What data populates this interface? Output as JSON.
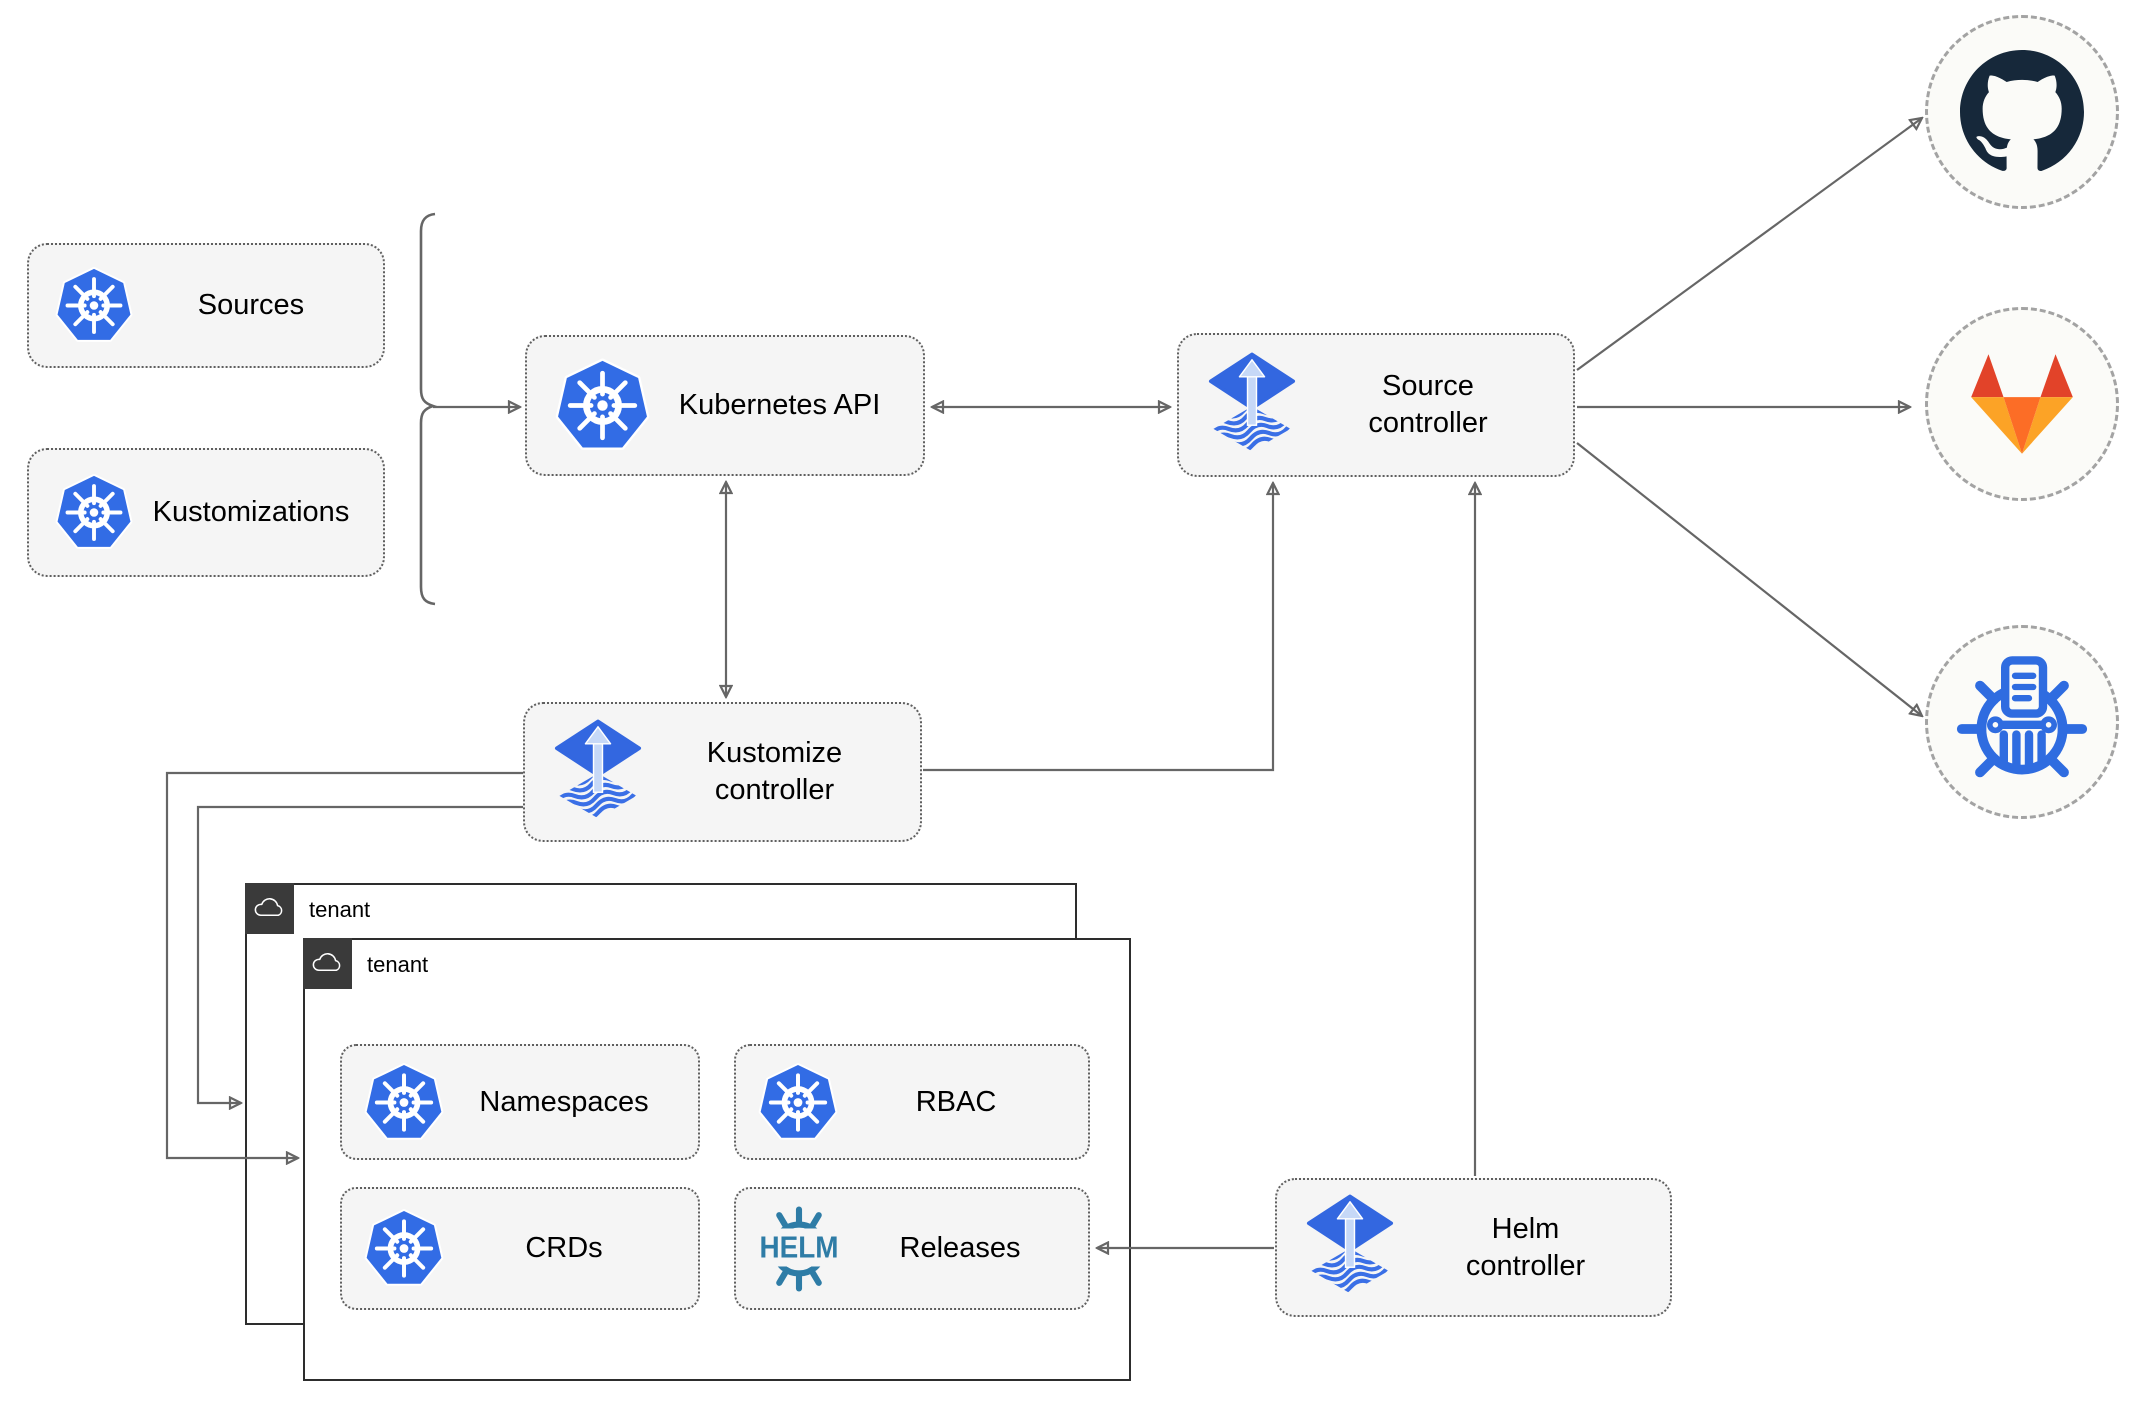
{
  "nodes": {
    "sources": {
      "label": "Sources"
    },
    "kustomizations": {
      "label": "Kustomizations"
    },
    "kubernetes_api": {
      "label": "Kubernetes API"
    },
    "source_controller": {
      "label": "Source\ncontroller"
    },
    "kustomize_controller": {
      "label": "Kustomize\ncontroller"
    },
    "helm_controller": {
      "label": "Helm\ncontroller"
    },
    "namespaces": {
      "label": "Namespaces"
    },
    "rbac": {
      "label": "RBAC"
    },
    "crds": {
      "label": "CRDs"
    },
    "releases": {
      "label": "Releases",
      "helm_text": "HELM"
    }
  },
  "containers": {
    "outer_tenant": {
      "label": "tenant"
    },
    "inner_tenant": {
      "label": "tenant"
    }
  },
  "icons": {
    "kubernetes": "kubernetes-wheel-icon",
    "flux": "flux-diamond-arrow-icon",
    "helm": "helm-ship-wheel-icon",
    "github": "github-octocat-icon",
    "gitlab": "gitlab-fox-icon",
    "chart_repository": "chartmuseum-wheel-column-icon",
    "tenant": "cloud-icon"
  },
  "colors": {
    "kubernetes_blue": "#326ce5",
    "flux_blue": "#3367e0",
    "flux_arrow_light": "#c6d8f7",
    "helm_teal": "#2e7ca6",
    "chartmuseum_blue": "#2f6ce0",
    "github_dark": "#16283a",
    "gitlab_dark_orange": "#e24329",
    "gitlab_orange": "#fc6d26",
    "gitlab_light_orange": "#fca326",
    "connector_gray": "#666666",
    "node_fill": "#f5f5f5",
    "tenant_tab_dark": "#3a3a3a"
  }
}
